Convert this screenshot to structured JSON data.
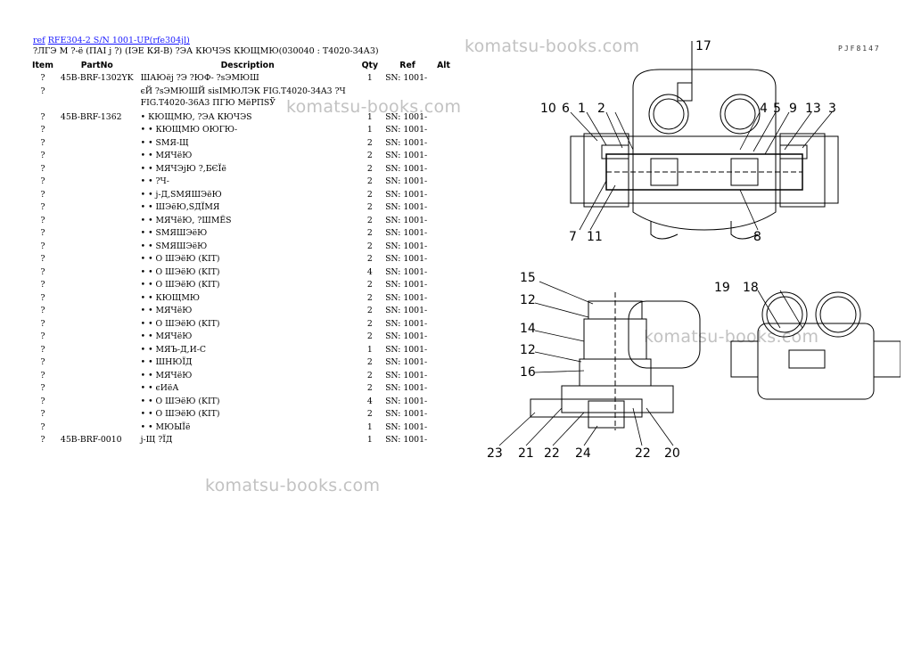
{
  "header": {
    "ref_label": "ref",
    "ref_link": "RFE304-2 S/N 1001-UP(rfe304jl)",
    "subtitle": "?ЛГЭ М ?-ё (ПАІ ј ?) (ІЭЕ КЯ-В) ?ЭА КЮЧЭЅ КЮЩМЮ(030040 : Т4020-34А3)"
  },
  "columns": [
    "Item",
    "PartNo",
    "Description",
    "Qty",
    "Ref",
    "Alt"
  ],
  "rows": [
    {
      "item": "?",
      "part": "45B-BRF-1302YK",
      "desc": "ШАЮёј ?Э ?ЮФ- ?ѕЭМЮШ",
      "qty": "1",
      "ref": "SN: 1001-"
    },
    {
      "item": "?",
      "part": "",
      "desc": "єЙ ?ѕЭМЮШЙ ѕіѕІМЮЛЭК FIG.T4020-34A3 ?Ч FIG.T4020-36A3 ПГЮ МёРПЅЎ",
      "qty": "",
      "ref": ""
    },
    {
      "item": "?",
      "part": "45B-BRF-1362",
      "desc": "• КЮЩМЮ, ?ЭА КЮЧЭЅ",
      "qty": "1",
      "ref": "SN: 1001-"
    },
    {
      "item": "?",
      "part": "",
      "desc": "• • КЮЩМЮ ОЮГЮ-",
      "qty": "1",
      "ref": "SN: 1001-"
    },
    {
      "item": "?",
      "part": "",
      "desc": "• • ЅМЯ-Щ",
      "qty": "2",
      "ref": "SN: 1001-"
    },
    {
      "item": "?",
      "part": "",
      "desc": "• • МЯЧёЮ",
      "qty": "2",
      "ref": "SN: 1001-"
    },
    {
      "item": "?",
      "part": "",
      "desc": "• • МЯЧЭјЮ ?,БЄЇё",
      "qty": "2",
      "ref": "SN: 1001-"
    },
    {
      "item": "?",
      "part": "",
      "desc": "• • ?Ч-",
      "qty": "2",
      "ref": "SN: 1001-"
    },
    {
      "item": "?",
      "part": "",
      "desc": "• • ј-Д,ЅМЯШЭёЮ",
      "qty": "2",
      "ref": "SN: 1001-"
    },
    {
      "item": "?",
      "part": "",
      "desc": "• • ШЭёЮ,ЅДЇМЯ",
      "qty": "2",
      "ref": "SN: 1001-"
    },
    {
      "item": "?",
      "part": "",
      "desc": "• • МЯЧёЮ, ?ШМЁЅ",
      "qty": "2",
      "ref": "SN: 1001-"
    },
    {
      "item": "?",
      "part": "",
      "desc": "• • ЅМЯШЭёЮ",
      "qty": "2",
      "ref": "SN: 1001-"
    },
    {
      "item": "?",
      "part": "",
      "desc": "• • ЅМЯШЭёЮ",
      "qty": "2",
      "ref": "SN: 1001-"
    },
    {
      "item": "?",
      "part": "",
      "desc": "• • О ШЭёЮ (KIT)",
      "qty": "2",
      "ref": "SN: 1001-"
    },
    {
      "item": "?",
      "part": "",
      "desc": "• • О ШЭёЮ (KIT)",
      "qty": "4",
      "ref": "SN: 1001-"
    },
    {
      "item": "?",
      "part": "",
      "desc": "• • О ШЭёЮ (KIT)",
      "qty": "2",
      "ref": "SN: 1001-"
    },
    {
      "item": "?",
      "part": "",
      "desc": "• • КЮЩМЮ",
      "qty": "2",
      "ref": "SN: 1001-"
    },
    {
      "item": "?",
      "part": "",
      "desc": "• • МЯЧёЮ",
      "qty": "2",
      "ref": "SN: 1001-"
    },
    {
      "item": "?",
      "part": "",
      "desc": "• • О ШЭёЮ (KIT)",
      "qty": "2",
      "ref": "SN: 1001-"
    },
    {
      "item": "?",
      "part": "",
      "desc": "• • МЯЧёЮ",
      "qty": "2",
      "ref": "SN: 1001-"
    },
    {
      "item": "?",
      "part": "",
      "desc": "• • МЯЪ-Д,И-С",
      "qty": "1",
      "ref": "SN: 1001-"
    },
    {
      "item": "?",
      "part": "",
      "desc": "• • ШНЮЇД",
      "qty": "2",
      "ref": "SN: 1001-"
    },
    {
      "item": "?",
      "part": "",
      "desc": "• • МЯЧёЮ",
      "qty": "2",
      "ref": "SN: 1001-"
    },
    {
      "item": "?",
      "part": "",
      "desc": "• • єИёА",
      "qty": "2",
      "ref": "SN: 1001-"
    },
    {
      "item": "?",
      "part": "",
      "desc": "• • О ШЭёЮ (KIT)",
      "qty": "4",
      "ref": "SN: 1001-"
    },
    {
      "item": "?",
      "part": "",
      "desc": "• • О ШЭёЮ (KIT)",
      "qty": "2",
      "ref": "SN: 1001-"
    },
    {
      "item": "?",
      "part": "",
      "desc": "• • МЮЫЇё",
      "qty": "1",
      "ref": "SN: 1001-"
    },
    {
      "item": "?",
      "part": "45B-BRF-0010",
      "desc": "ј-Щ ?ЇД",
      "qty": "1",
      "ref": "SN: 1001-"
    }
  ],
  "watermark": "komatsu-books.com",
  "page_id": "PJF8147",
  "callouts": [
    "17",
    "10",
    "6",
    "1",
    "2",
    "4",
    "5",
    "9",
    "13",
    "3",
    "7",
    "11",
    "8",
    "15",
    "12",
    "14",
    "12",
    "16",
    "19",
    "18",
    "23",
    "21",
    "22",
    "24",
    "22",
    "20"
  ]
}
